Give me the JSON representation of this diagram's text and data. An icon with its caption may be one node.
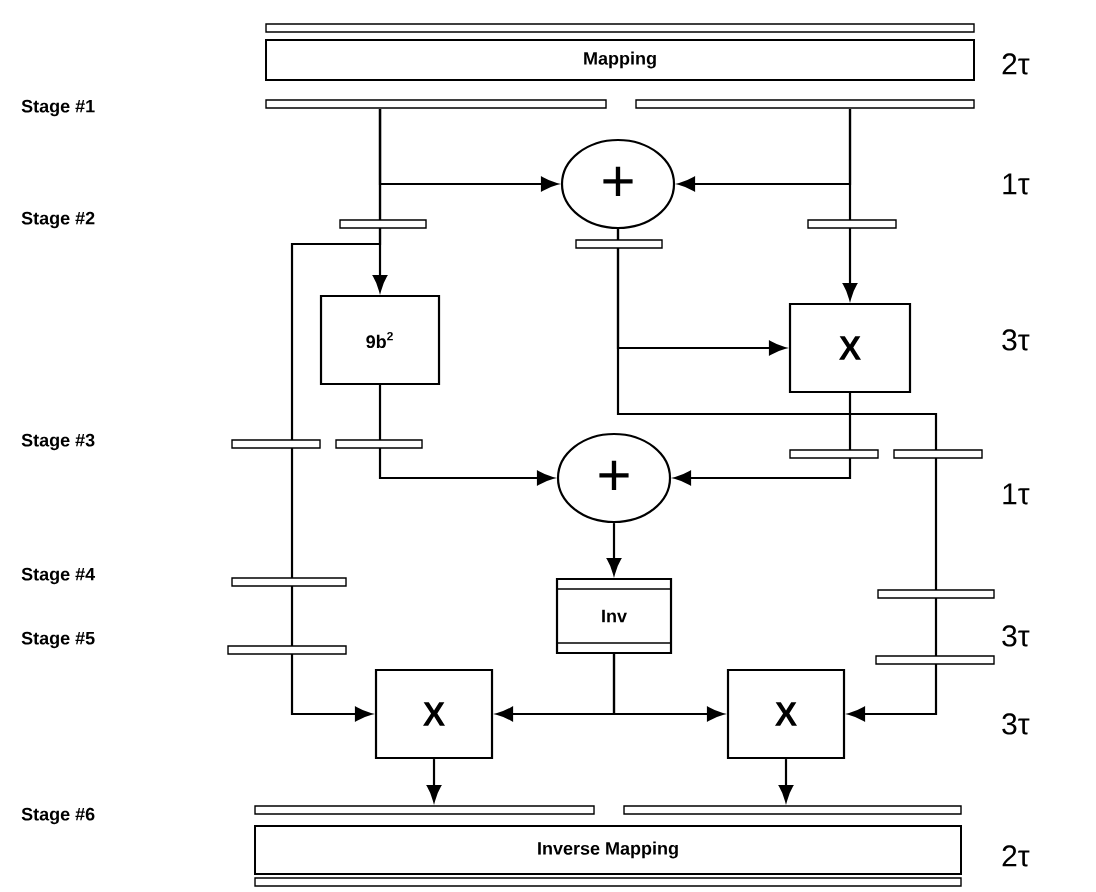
{
  "diagram": {
    "nodes": [
      {
        "text": [
          "Mapping"
        ]
      },
      {
        "text": [
          "+"
        ]
      },
      {
        "text": [
          "9b$^{2}$"
        ]
      },
      {
        "text": [
          "X"
        ]
      },
      {
        "text": [
          "+"
        ]
      },
      {
        "text": [
          "Inv"
        ]
      },
      {
        "text": [
          "X"
        ]
      },
      {
        "text": [
          "X"
        ]
      },
      {
        "text": [
          "Inverse Mapping"
        ]
      }
    ],
    "edges": [
      {
        "from": 0,
        "to": 1,
        "arrow": "to"
      },
      {
        "from": 0,
        "to": 1,
        "arrow": "to"
      },
      {
        "from": 0,
        "to": 2,
        "arrow": "to"
      },
      {
        "from": 0,
        "to": 3,
        "arrow": "to"
      },
      {
        "from": 0,
        "to": 6,
        "arrow": "to"
      },
      {
        "from": 1,
        "to": 3,
        "arrow": "to"
      },
      {
        "from": 1,
        "to": 7,
        "arrow": "to"
      },
      {
        "from": 2,
        "to": 4,
        "arrow": "to"
      },
      {
        "from": 3,
        "to": 4,
        "arrow": "to"
      },
      {
        "from": 4,
        "to": 5,
        "arrow": "to"
      },
      {
        "from": 5,
        "to": 6,
        "arrow": "to"
      },
      {
        "from": 5,
        "to": 7,
        "arrow": "to"
      },
      {
        "from": 6,
        "to": 8,
        "arrow": "to"
      },
      {
        "from": 7,
        "to": 8,
        "arrow": "to"
      }
    ],
    "labels": [
      "2τ",
      "Stage #1",
      "1τ",
      "Stage #2",
      "3τ",
      "Stage #3",
      "1τ",
      "Stage #4",
      "3τ",
      "Stage #5",
      "3τ",
      "Stage #6",
      "2τ"
    ]
  }
}
